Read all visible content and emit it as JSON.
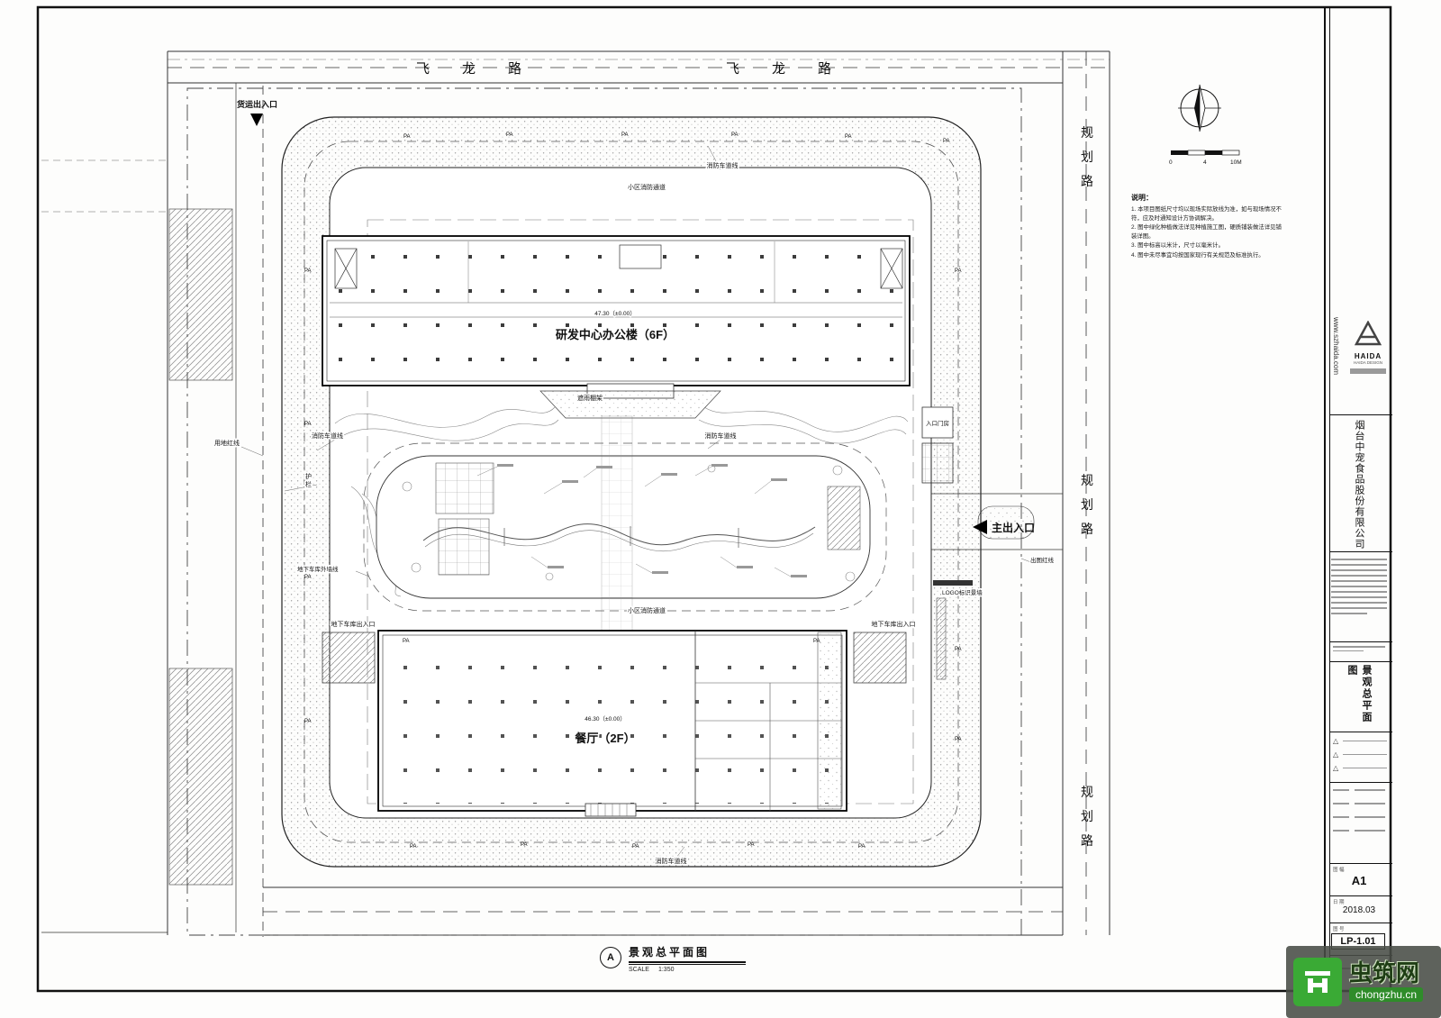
{
  "sheet": {
    "roads": {
      "north_road": "飞龙路",
      "east_road": "规划路"
    },
    "entrances": {
      "freight": "货运出入口",
      "main": "主出入口"
    },
    "buildings": {
      "office": "研发中心办公楼（6F）",
      "office_elev": "47.30（±0.00）",
      "canteen": "餐厅（2F）",
      "canteen_elev": "46.30（±0.00）"
    },
    "labels": {
      "fire_lane": "消防车道线",
      "community_fire_lane": "小区消防通道",
      "garage_entrance": "地下车库出入口",
      "logo_wall": "LOGO标识景墙",
      "gate_house": "入口门房",
      "canopy": "遮雨棚架",
      "site_redline": "用地红线",
      "plot_redline": "出图红线",
      "fence": "护栏",
      "garage_wall": "地下车库外墙线",
      "pa": "PA"
    },
    "compass": {
      "scale_ticks": [
        "0",
        "4",
        "10M"
      ]
    },
    "notes": {
      "title": "说明：",
      "items": [
        "1. 本项目图纸尺寸均以现场实际放线为准，如与现场情况不符，应及时通知设计方协调解决。",
        "2. 图中绿化种植做法详见种植施工图，硬质铺装做法详见铺装详图。",
        "3. 图中标高以米计，尺寸以毫米计。",
        "4. 图中未尽事宜均按国家现行有关规范及标准执行。"
      ]
    },
    "footer": {
      "detail_ref": "A",
      "title": "景观总平面图",
      "scale_label": "SCALE",
      "scale_value": "1:350"
    },
    "titleblock": {
      "website": "www.szhaida.com",
      "logo": "HAIDA",
      "logo_sub": "HAIDA DESIGN",
      "client": "烟台中宠食品股份有限公司",
      "drawing_title": "景观总平面图",
      "size_label": "图 幅",
      "sheet_size": "A1",
      "date_label": "日 期",
      "date": "2018.03",
      "no_label": "图 号",
      "drawing_no": "LP-1.01"
    },
    "watermark": {
      "name": "虫筑网",
      "domain": "chongzhu.cn"
    }
  }
}
